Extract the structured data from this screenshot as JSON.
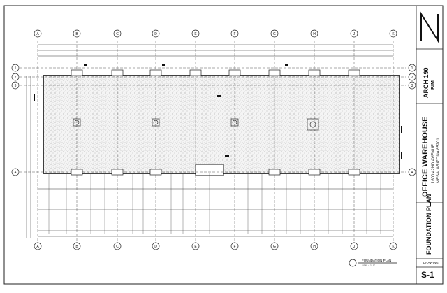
{
  "title_block": {
    "course": "ARCH 190",
    "subtitle": "BIM",
    "project_name": "OFFICE WAREHOUSE",
    "address_line1": "1600 42ND AVENUE",
    "address_line2": "MESA, ARIZONA 85201",
    "sheet_title": "FOUNDATION PLAN",
    "drawing_label": "DRAWING",
    "sheet_number": "S-1"
  },
  "plan": {
    "grid_columns": [
      "A",
      "B",
      "C",
      "D",
      "E",
      "F",
      "G",
      "H",
      "J",
      "K"
    ],
    "grid_rows": [
      "1",
      "2",
      "3",
      "4"
    ],
    "view_title": "FOUNDATION PLAN",
    "view_scale": "1/16\" = 1'-0\""
  }
}
